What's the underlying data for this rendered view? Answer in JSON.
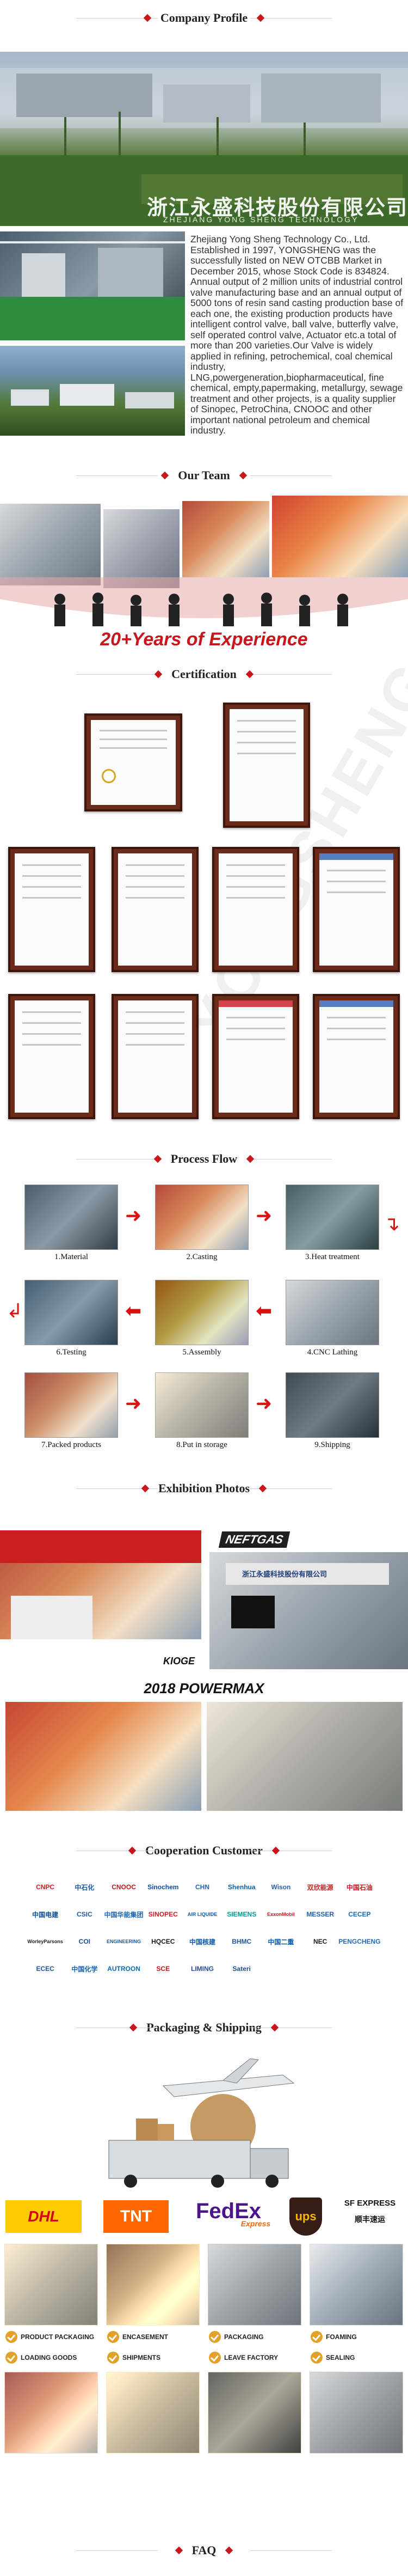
{
  "sections": {
    "profile": "Company Profile",
    "team": "Our Team",
    "certification": "Certification",
    "process": "Process Flow",
    "exhibition": "Exhibition Photos",
    "cooperation": "Cooperation Customer",
    "packaging": "Packaging & Shipping",
    "faq": "FAQ"
  },
  "profile": {
    "sign_cn": "浙江永盛科技股份有限公司",
    "sign_en": "ZHEJIANG YONG SHENG TECHNOLOGY",
    "text": "Zhejiang Yong Sheng Technology  Co., Ltd. Established in 1997, YONGSHENG was the successfully listed on NEW OTCBB Market in December 2015, whose Stock Code is 834824. Annual output of 2 million units of industrial control valve manufacturing base and an annual output of 5000 tons of resin sand casting production base of each one, the existing production products have intelligent control valve, ball valve, butterfly  valve, self operated control valve, Actuator etc.a total of more than 200 varieties.Our Valve is widely applied in refining, petrochemical, coal chemical industry, LNG,powergeneration,biopharmaceutical, fine chemical, empty,papermaking, metallurgy, sewage treatment and other projects, is a quality supplier of Sinopec, PetroChina, CNOOC and other important national petroleum and chemical industry."
  },
  "team": {
    "experience": "20+Years of Experience"
  },
  "certification": {
    "watermark": "YONGSHENG"
  },
  "process": {
    "steps": [
      "1.Material",
      "2.Casting",
      "3.Heat treatment",
      "6.Testing",
      "5.Assembly",
      "4.CNC Lathing",
      "7.Packed products",
      "8.Put in storage",
      "9.Shipping"
    ]
  },
  "exhibition": {
    "neftgas": "NEFTGAS",
    "kioge": "KIOGE",
    "powermax": "2018 POWERMAX",
    "booth": "浙江永盛科技股份有限公司"
  },
  "cooperation": {
    "logos": [
      {
        "name": "CNPC",
        "color": "#d71920"
      },
      {
        "name": "中石化",
        "color": "#1d5aa6"
      },
      {
        "name": "CNOOC",
        "color": "#c8161d"
      },
      {
        "name": "Sinochem",
        "color": "#0c4da2"
      },
      {
        "name": "CHN",
        "color": "#1b64b5"
      },
      {
        "name": "Shenhua",
        "color": "#0a5ea8"
      },
      {
        "name": "Wison",
        "color": "#2a5da8"
      },
      {
        "name": "双欣能源",
        "color": "#c42b2b"
      },
      {
        "name": "中国石油",
        "color": "#c8161d"
      },
      {
        "name": "中国电建",
        "color": "#0e4d92"
      },
      {
        "name": "CSIC",
        "color": "#1e5aa8"
      },
      {
        "name": "中国华能集团",
        "color": "#1c66b0"
      },
      {
        "name": "SINOPEC",
        "color": "#d71920"
      },
      {
        "name": "AIR LIQUIDE",
        "color": "#0f5aa8"
      },
      {
        "name": "SIEMENS",
        "color": "#009999"
      },
      {
        "name": "ExxonMobil",
        "color": "#c8161d"
      },
      {
        "name": "MESSER",
        "color": "#1b5db0"
      },
      {
        "name": "CECEP",
        "color": "#0e6ab6"
      },
      {
        "name": "WorleyParsons",
        "color": "#222222"
      },
      {
        "name": "COI",
        "color": "#1d4f9c"
      },
      {
        "name": "ENGINEERING",
        "color": "#1b5aa4"
      },
      {
        "name": "HQCEC",
        "color": "#1a1a1a"
      },
      {
        "name": "中国核建",
        "color": "#0d58a8"
      },
      {
        "name": "BHMC",
        "color": "#1c5ba6"
      },
      {
        "name": "中国二重",
        "color": "#0c5aa6"
      },
      {
        "name": "NEC",
        "color": "#1a1a1a"
      },
      {
        "name": "PENGCHENG",
        "color": "#2a6bb8"
      },
      {
        "name": "ECEC",
        "color": "#1d5aa6"
      },
      {
        "name": "中国化学",
        "color": "#1e60ad"
      },
      {
        "name": "AUTROON",
        "color": "#0b6db6"
      },
      {
        "name": "SCE",
        "color": "#c8161d"
      },
      {
        "name": "LIMING",
        "color": "#2a4c8f"
      },
      {
        "name": "Sateri",
        "color": "#1a4f9c"
      }
    ]
  },
  "packaging": {
    "carriers": [
      "DHL",
      "TNT",
      "FedEx",
      "Express",
      "ups",
      "SF EXPRESS",
      "顺丰速运"
    ],
    "labels": [
      "PRODUCT PACKAGING",
      "ENCASEMENT",
      "PACKAGING",
      "FOAMING",
      "LOADING GOODS",
      "SHIPMENTS",
      "LEAVE FACTORY",
      "SEALING"
    ]
  }
}
